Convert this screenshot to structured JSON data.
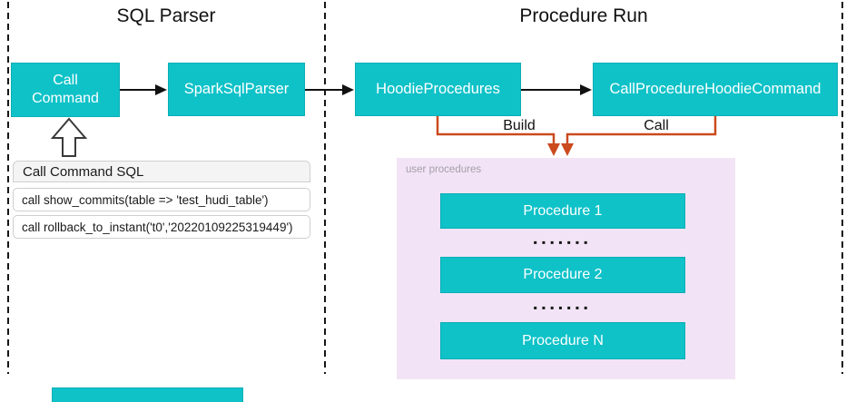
{
  "sections": {
    "sql_parser_title": "SQL Parser",
    "procedure_run_title": "Procedure Run"
  },
  "nodes": {
    "call_command": "Call Command",
    "spark_sql_parser": "SparkSqlParser",
    "hoodie_procedures": "HoodieProcedures",
    "call_procedure_hoodie_command": "CallProcedureHoodieCommand"
  },
  "edges": {
    "build_label": "Build",
    "call_label": "Call"
  },
  "sql_panel": {
    "header": "Call Command SQL",
    "rows": [
      "call show_commits(table => 'test_hudi_table')",
      "call rollback_to_instant('t0','20220109225319449')"
    ]
  },
  "user_procedures": {
    "label": "user procedures",
    "items": [
      "Procedure 1",
      "Procedure 2",
      "Procedure N"
    ],
    "dots": "▪▪▪▪▪▪▪"
  },
  "colors": {
    "node_fill": "#0ec2c8",
    "node_border": "#0aaeb5",
    "container_fill": "#f2e4f6",
    "connector_orange": "#cb4a1e",
    "connector_black": "#111111",
    "panel_header_bg": "#f4f4f4",
    "panel_border": "#cfcfcf",
    "muted_label": "#a49fa9"
  }
}
